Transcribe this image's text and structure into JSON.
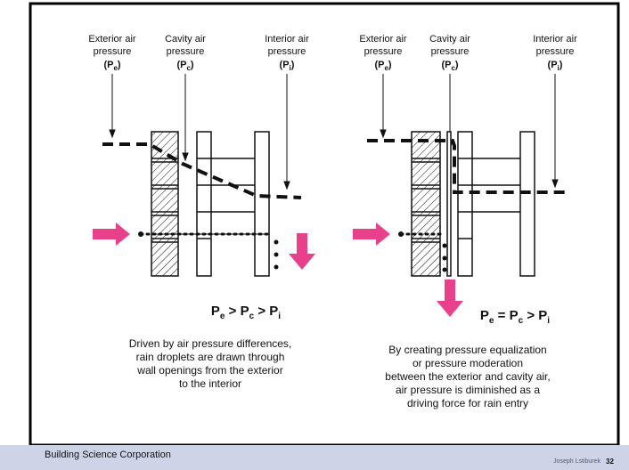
{
  "left_panel": {
    "labels": {
      "exterior": [
        "Exterior air",
        "pressure",
        "(P",
        "e",
        ")"
      ],
      "cavity": [
        "Cavity air",
        "pressure",
        "(P",
        "c",
        ")"
      ],
      "interior": [
        "Interior air",
        "pressure",
        "(P",
        "i",
        ")"
      ]
    },
    "equation": {
      "p1": "P",
      "s1": "e",
      "op1": " > ",
      "p2": "P",
      "s2": "c",
      "op2": " > ",
      "p3": "P",
      "s3": "i"
    },
    "caption": [
      "Driven by air pressure differences,",
      "rain droplets are drawn through",
      "wall openings from the exterior",
      "to the interior"
    ]
  },
  "right_panel": {
    "labels": {
      "exterior": [
        "Exterior air",
        "pressure",
        "(P",
        "e",
        ")"
      ],
      "cavity": [
        "Cavity air",
        "pressure",
        "(P",
        "c",
        ")"
      ],
      "interior": [
        "Interior air",
        "pressure",
        "(P",
        "i",
        ")"
      ]
    },
    "equation": {
      "p1": "P",
      "s1": "e",
      "op1": " = ",
      "p2": "P",
      "s2": "c",
      "op2": " > ",
      "p3": "P",
      "s3": "i"
    },
    "caption": [
      "By creating pressure equalization",
      "or pressure moderation",
      "between the exterior and cavity air,",
      "air pressure is diminished as a",
      "driving force for rain entry"
    ]
  },
  "footer": {
    "organization": "Building Science Corporation",
    "author": "Joseph Lstiburek",
    "page_number": "32"
  },
  "colors": {
    "arrow": "#e8408a",
    "frame": "#000000",
    "footer_bg": "#ced4e8"
  }
}
